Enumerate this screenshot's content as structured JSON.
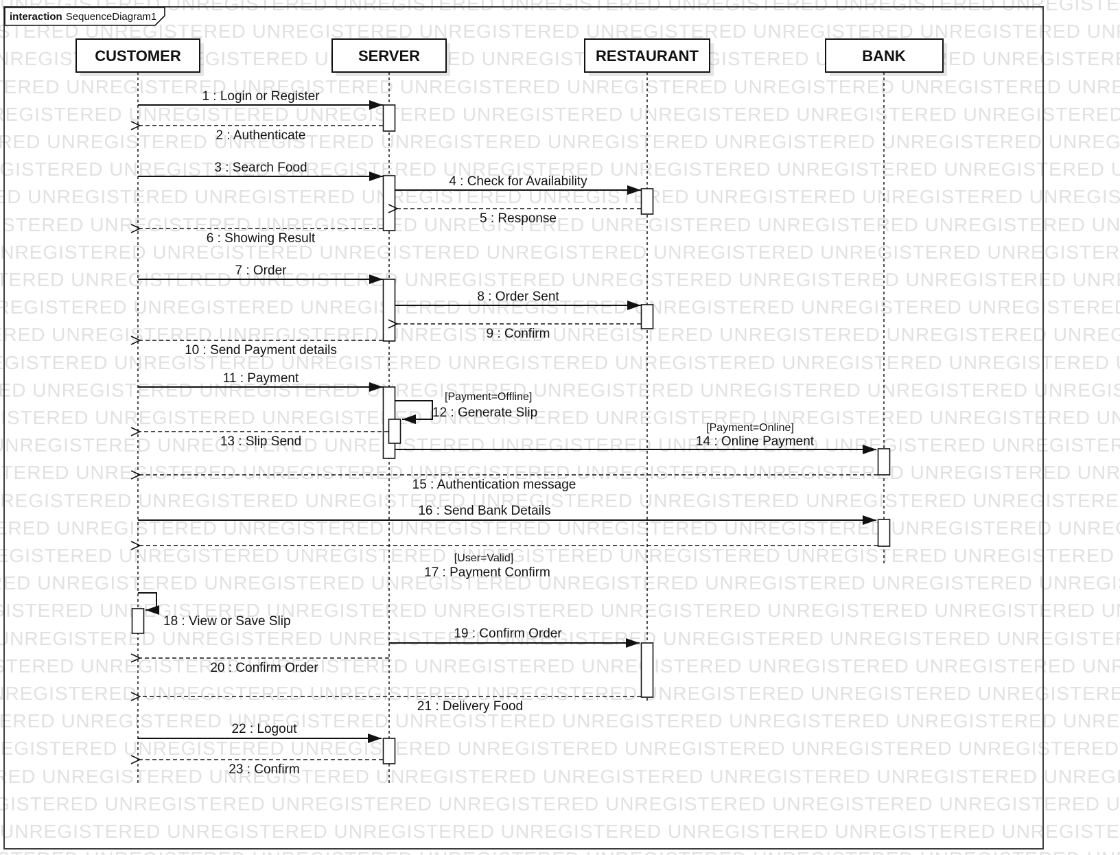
{
  "frame": {
    "keyword": "interaction",
    "title": "SequenceDiagram1"
  },
  "watermark": {
    "word": "UNREGISTERED"
  },
  "lifelines": [
    {
      "id": "customer",
      "name": "CUSTOMER"
    },
    {
      "id": "server",
      "name": "SERVER"
    },
    {
      "id": "restaurant",
      "name": "RESTAURANT"
    },
    {
      "id": "bank",
      "name": "BANK"
    }
  ],
  "messages": [
    {
      "label": "1 : Login or Register",
      "from": "CUSTOMER",
      "to": "SERVER",
      "kind": "call"
    },
    {
      "label": "2 : Authenticate",
      "from": "SERVER",
      "to": "CUSTOMER",
      "kind": "return"
    },
    {
      "label": "3 : Search Food",
      "from": "CUSTOMER",
      "to": "SERVER",
      "kind": "call"
    },
    {
      "label": "4 : Check for Availability",
      "from": "SERVER",
      "to": "RESTAURANT",
      "kind": "call"
    },
    {
      "label": "5 : Response",
      "from": "RESTAURANT",
      "to": "SERVER",
      "kind": "return"
    },
    {
      "label": "6 : Showing Result",
      "from": "SERVER",
      "to": "CUSTOMER",
      "kind": "return"
    },
    {
      "label": "7 : Order",
      "from": "CUSTOMER",
      "to": "SERVER",
      "kind": "call"
    },
    {
      "label": "8 : Order Sent",
      "from": "SERVER",
      "to": "RESTAURANT",
      "kind": "call"
    },
    {
      "label": "9 : Confirm",
      "from": "RESTAURANT",
      "to": "SERVER",
      "kind": "return"
    },
    {
      "label": "10 : Send Payment details",
      "from": "SERVER",
      "to": "CUSTOMER",
      "kind": "return"
    },
    {
      "label": "11 : Payment",
      "from": "CUSTOMER",
      "to": "SERVER",
      "kind": "call"
    },
    {
      "label": "12 : Generate Slip",
      "from": "SERVER",
      "to": "SERVER",
      "kind": "self",
      "guard": "[Payment=Offline]"
    },
    {
      "label": "13 : Slip Send",
      "from": "SERVER",
      "to": "CUSTOMER",
      "kind": "return"
    },
    {
      "label": "14 : Online Payment",
      "from": "SERVER",
      "to": "BANK",
      "kind": "call",
      "guard": "[Payment=Online]"
    },
    {
      "label": "15 : Authentication message",
      "from": "BANK",
      "to": "CUSTOMER",
      "kind": "return"
    },
    {
      "label": "16 : Send Bank Details",
      "from": "CUSTOMER",
      "to": "BANK",
      "kind": "call"
    },
    {
      "label": "17 : Payment Confirm",
      "from": "BANK",
      "to": "CUSTOMER",
      "kind": "return",
      "guard": "[User=Valid]"
    },
    {
      "label": "18 : View or Save Slip",
      "from": "CUSTOMER",
      "to": "CUSTOMER",
      "kind": "self"
    },
    {
      "label": "19 : Confirm Order",
      "from": "SERVER",
      "to": "RESTAURANT",
      "kind": "call"
    },
    {
      "label": "20 : Confirm Order",
      "from": "SERVER",
      "to": "CUSTOMER",
      "kind": "return"
    },
    {
      "label": "21 : Delivery Food",
      "from": "RESTAURANT",
      "to": "CUSTOMER",
      "kind": "return"
    },
    {
      "label": "22 : Logout",
      "from": "CUSTOMER",
      "to": "SERVER",
      "kind": "call"
    },
    {
      "label": "23 : Confirm",
      "from": "SERVER",
      "to": "CUSTOMER",
      "kind": "return"
    }
  ]
}
